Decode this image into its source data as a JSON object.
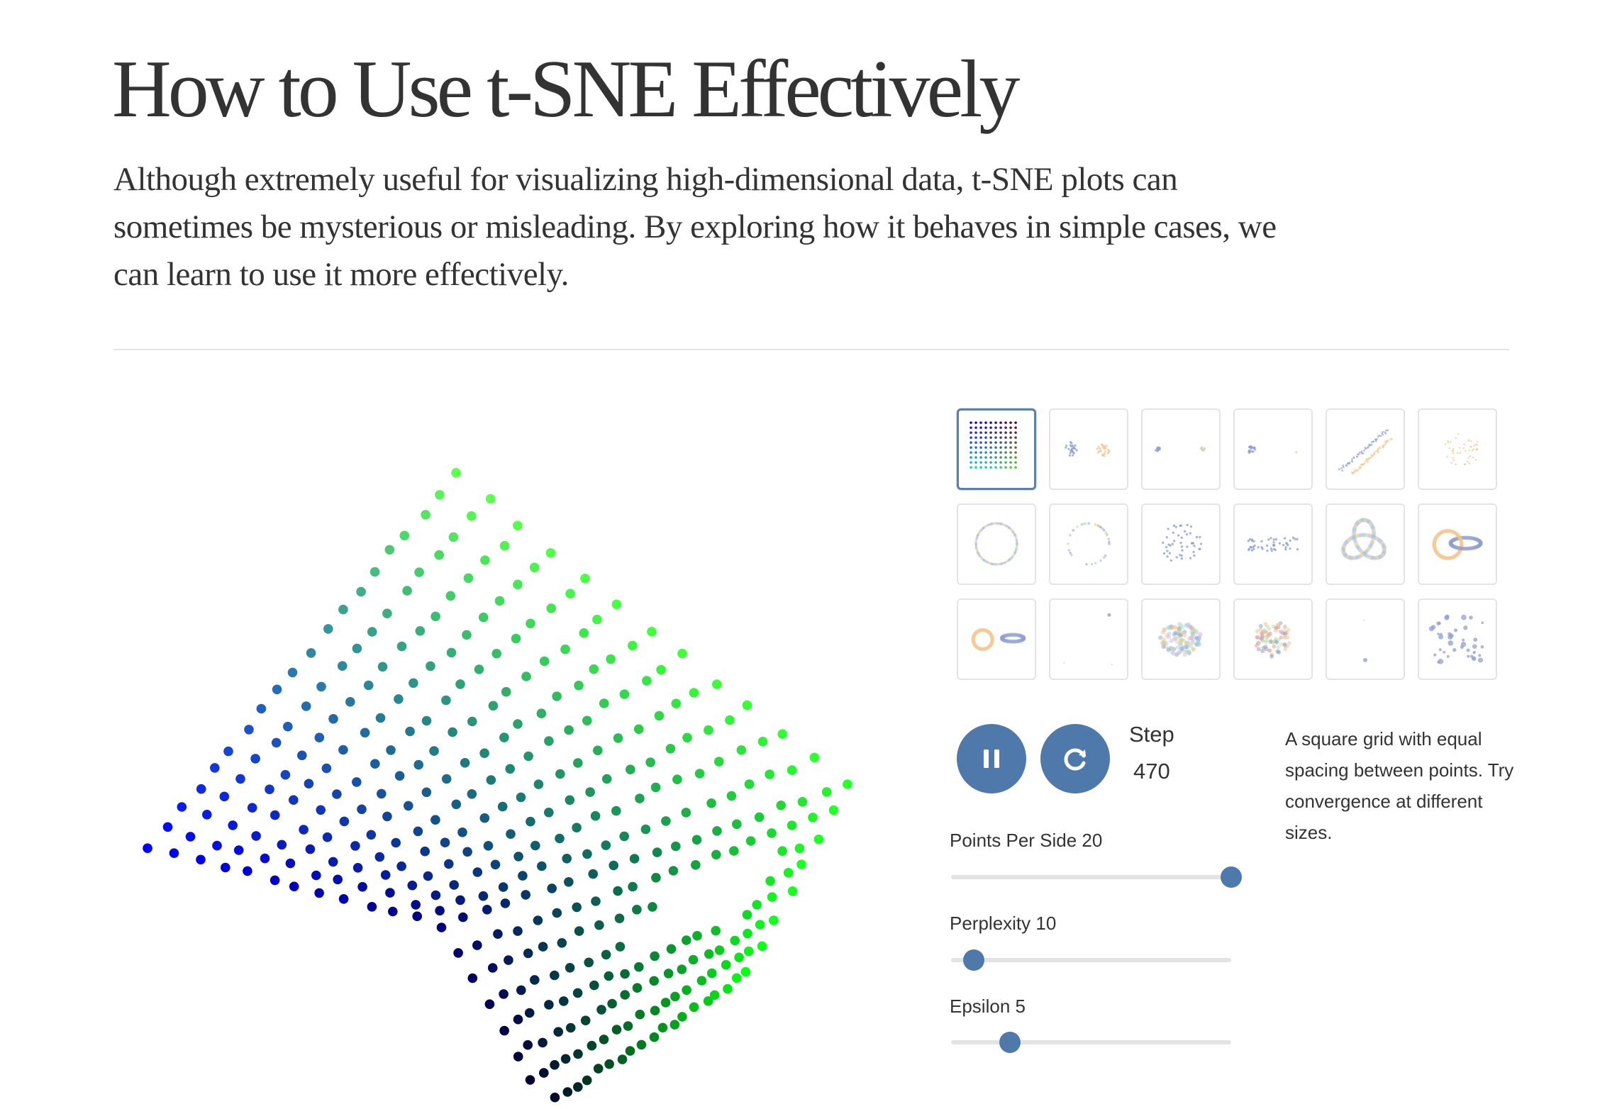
{
  "article": {
    "title": "How to Use t-SNE Effectively",
    "subtitle": "Although extremely useful for visualizing high-dimensional data, t-SNE plots can sometimes be mysterious or misleading. By exploring how it behaves in simple cases, we can learn to use it more effectively."
  },
  "playground": {
    "selected_example": 0,
    "examples": [
      {
        "icon": "square-grid-preview"
      },
      {
        "icon": "two-clusters-preview"
      },
      {
        "icon": "two-distant-clusters-preview"
      },
      {
        "icon": "cluster-and-point-preview"
      },
      {
        "icon": "parallel-lines-preview"
      },
      {
        "icon": "random-walk-preview"
      },
      {
        "icon": "circle-preview"
      },
      {
        "icon": "sparse-circle-preview"
      },
      {
        "icon": "gaussian-cloud-preview"
      },
      {
        "icon": "ellipsoid-cloud-preview"
      },
      {
        "icon": "trefoil-knot-preview"
      },
      {
        "icon": "linked-rings-preview"
      },
      {
        "icon": "unlinked-rings-preview"
      },
      {
        "icon": "orthogonal-clusters-preview"
      },
      {
        "icon": "overlapping-clusters-preview"
      },
      {
        "icon": "subset-clusters-preview"
      },
      {
        "icon": "sparse-points-preview"
      },
      {
        "icon": "uniform-cluster-grid-preview"
      }
    ],
    "controls": {
      "pause_icon": "pause-icon",
      "restart_icon": "restart-icon",
      "step_label": "Step",
      "step_value": "470"
    },
    "description": "A square grid with equal spacing between points. Try convergence at different sizes.",
    "sliders": [
      {
        "label": "Points Per Side 20",
        "value": 20,
        "min": 2,
        "max": 20
      },
      {
        "label": "Perplexity 10",
        "value": 10,
        "min": 2,
        "max": 100
      },
      {
        "label": "Epsilon 5",
        "value": 5,
        "min": 1,
        "max": 20
      }
    ],
    "colors": {
      "accent": "#4f78ab",
      "selected_border": "#5d7fa8",
      "thumb_border": "#e4e4e4",
      "track": "#e3e3e3"
    }
  }
}
